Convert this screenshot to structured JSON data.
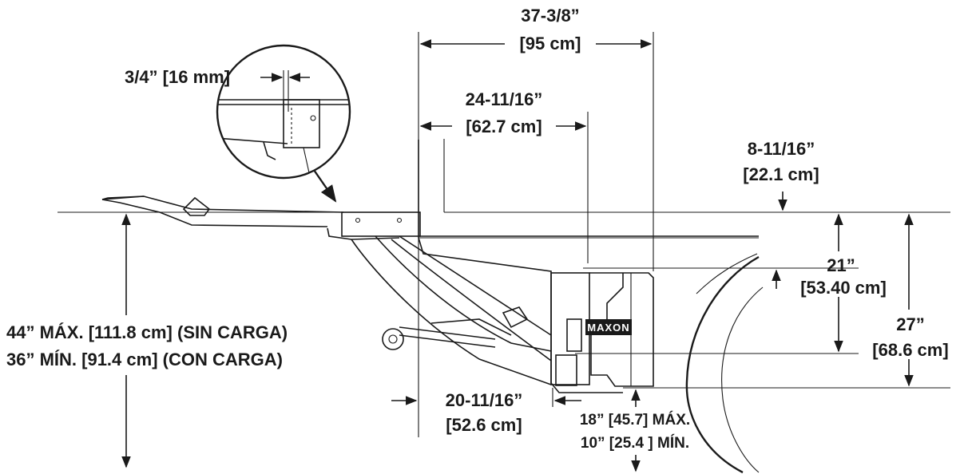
{
  "labels": {
    "d_37_in": "37-3/8”",
    "d_37_cm": "[95 cm]",
    "d_24_in": "24-11/16”",
    "d_24_cm": "[62.7 cm]",
    "d_34_in": "3/4” [16 mm]",
    "d_8_in": "8-11/16”",
    "d_8_cm": "[22.1 cm]",
    "d_21_in": "21”",
    "d_21_cm": "[53.40 cm]",
    "d_27_in": "27”",
    "d_27_cm": "[68.6 cm]",
    "d_44": "44” MÁX. [111.8 cm] (SIN CARGA)",
    "d_36": "36” MÍN.   [91.4 cm] (CON CARGA)",
    "d_20_in": "20-11/16”",
    "d_20_cm": "[52.6 cm]",
    "d_18": "18” [45.7] MÁX.",
    "d_10": "10” [25.4 ] MÍN."
  },
  "logo": "MAXON"
}
